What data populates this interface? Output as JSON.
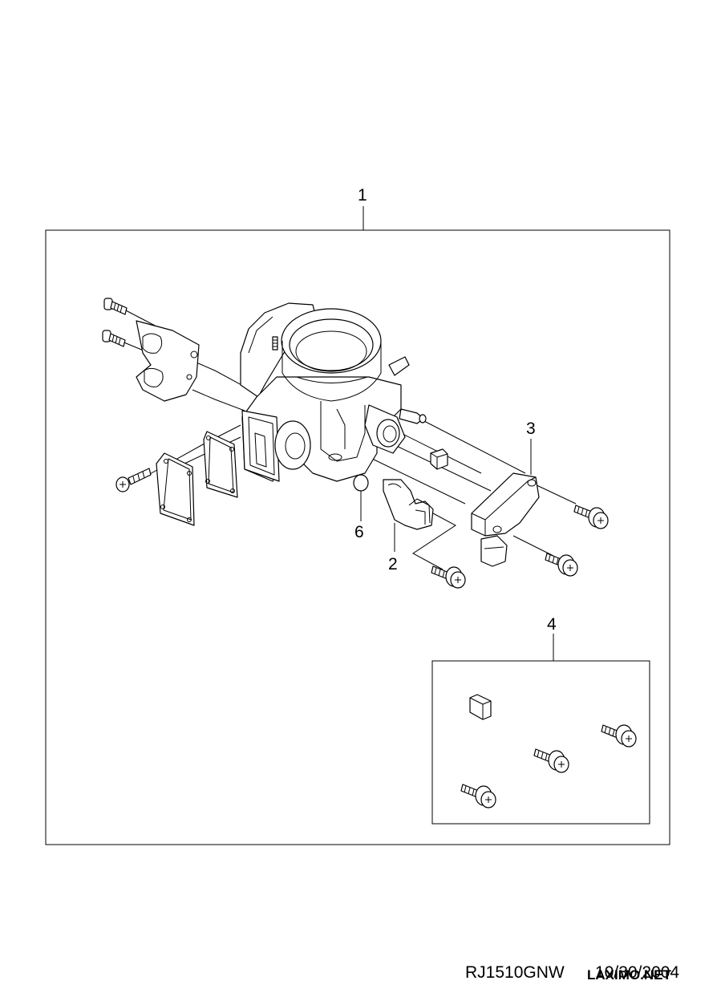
{
  "callouts": [
    "1",
    "2",
    "3",
    "4",
    "6"
  ],
  "footer": {
    "code": "RJ1510GNW",
    "date": "10/30/2004",
    "watermark": "LAXIMO.NET"
  }
}
